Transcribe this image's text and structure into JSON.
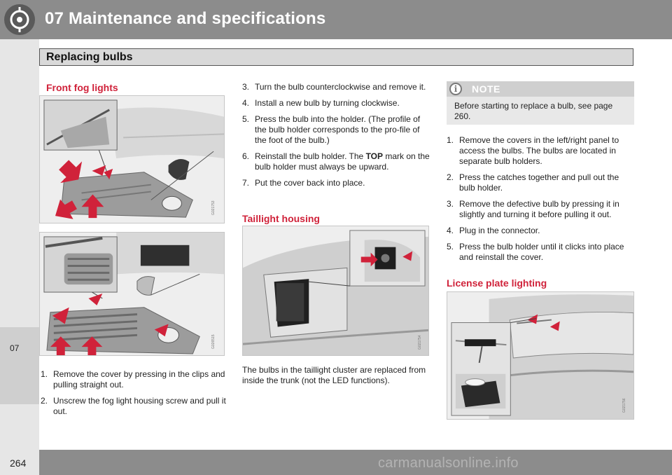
{
  "header": {
    "chapter_title": "07 Maintenance and specifications",
    "section_title": "Replacing bulbs",
    "chapter_tab": "07"
  },
  "footer": {
    "page_number": "264",
    "watermark": "carmanualsonline.info"
  },
  "front_fog": {
    "heading": "Front fog lights",
    "fig1_code": "G021753",
    "fig2_code": "G026515",
    "steps": [
      {
        "num": "1.",
        "text": "Remove the cover by pressing in the clips and pulling straight out."
      },
      {
        "num": "2.",
        "text": "Unscrew the fog light housing screw and pull it out."
      },
      {
        "num": "3.",
        "text": "Turn the bulb counterclockwise and remove it."
      },
      {
        "num": "4.",
        "text": "Install a new bulb by turning clockwise."
      },
      {
        "num": "5.",
        "text": "Press the bulb into the holder. (The profile of the bulb holder corresponds to the pro-file of the foot of the bulb.)"
      },
      {
        "num": "6.",
        "text_before": "Reinstall the bulb holder. The ",
        "text_bold": "TOP",
        "text_after": " mark on the bulb holder must always be upward."
      },
      {
        "num": "7.",
        "text": "Put the cover back into place."
      }
    ]
  },
  "taillight": {
    "heading": "Taillight housing",
    "fig_code": "G021754",
    "description": "The bulbs in the taillight cluster are replaced from inside the trunk (not the LED functions)."
  },
  "note": {
    "label": "NOTE",
    "text": "Before starting to replace a bulb, see page 260."
  },
  "right_steps": [
    {
      "num": "1.",
      "text": "Remove the covers in the left/right panel to access the bulbs. The bulbs are located in separate bulb holders."
    },
    {
      "num": "2.",
      "text": "Press the catches together and pull out the bulb holder."
    },
    {
      "num": "3.",
      "text": "Remove the defective bulb by pressing it in slightly and turning it before pulling it out."
    },
    {
      "num": "4.",
      "text": "Plug in the connector."
    },
    {
      "num": "5.",
      "text": "Press the bulb holder until it clicks into place and reinstall the cover."
    }
  ],
  "license": {
    "heading": "License plate lighting",
    "fig_code": "G021756"
  },
  "colors": {
    "accent_red": "#d0223a",
    "header_grey": "#8c8c8c",
    "arrow_red": "#d0223a"
  }
}
